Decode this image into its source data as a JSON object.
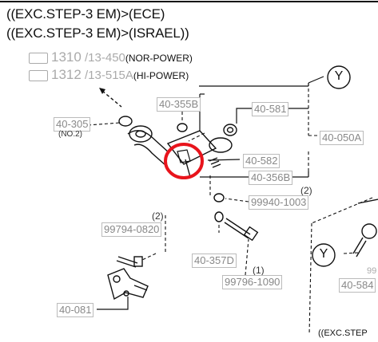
{
  "headers": {
    "line1": "((EXC.STEP-3 EM)>(ECE)",
    "line2": "((EXC.STEP-3 EM)>(ISRAEL))"
  },
  "refs": [
    {
      "num": "1310",
      "page": "/13-450",
      "power": "(NOR-POWER)"
    },
    {
      "num": "1312",
      "page": "/13-515A",
      "power": "(HI-POWER)"
    }
  ],
  "parts": {
    "p40_305": "40-305",
    "p40_305_sub": "(NO.2)",
    "p40_355b": "40-355B",
    "p40_581": "40-581",
    "p40_050a": "40-050A",
    "p40_582": "40-582",
    "p40_356b": "40-356B",
    "p99940_1003": "99940-1003",
    "p99794_0820": "99794-0820",
    "p40_357d": "40-357D",
    "p99796_1090": "99796-1090",
    "p40_081": "40-081",
    "p40_584": "40-584",
    "p99_partial": "99"
  },
  "quantities": {
    "q_99940": "(2)",
    "q_99794": "(2)",
    "q_99796": "(1)"
  },
  "callout_letter": "Y",
  "footer_partial": "((EXC.STEP",
  "colors": {
    "highlight_circle": "#e8141c",
    "line": "#111111",
    "label_gray": "#888888"
  }
}
